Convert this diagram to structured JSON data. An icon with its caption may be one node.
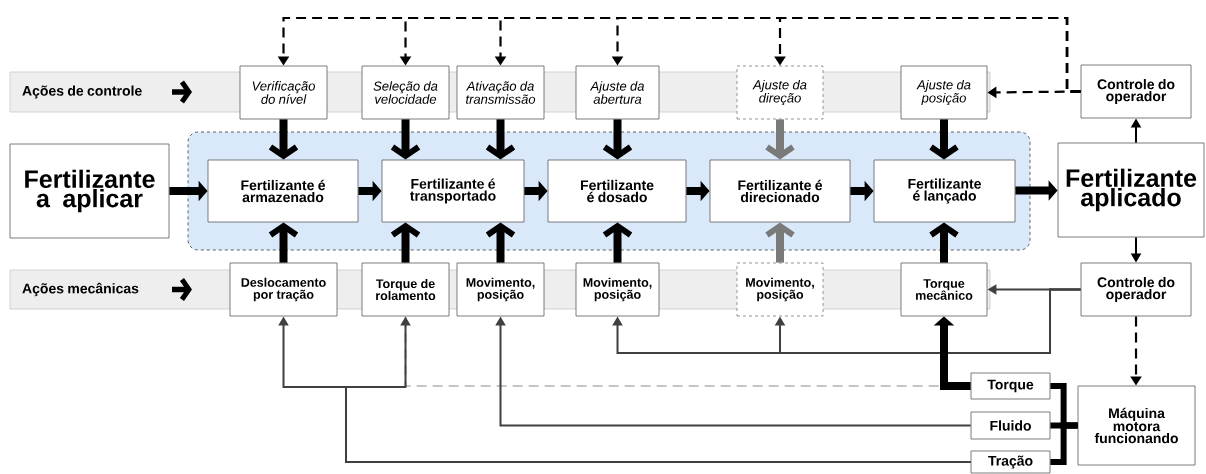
{
  "diagram": {
    "nodes": [
      {
        "text": [
          "Ações de controle"
        ]
      },
      {
        "text": [
          "Verificação do nível"
        ]
      },
      {
        "text": [
          "Seleção da velocidade"
        ]
      },
      {
        "text": [
          "Ativação da transmissão"
        ]
      },
      {
        "text": [
          "Ajuste da abertura"
        ]
      },
      {
        "text": [
          "Ajuste da direção"
        ]
      },
      {
        "text": [
          "Ajuste da posição"
        ]
      },
      {
        "text": [
          "Controle do operador"
        ]
      },
      {
        "text": [
          "Fertilizante a aplicar"
        ]
      },
      {
        "text": [],
        "shape": "box"
      },
      {
        "text": [
          "Fertilizante é armazenado"
        ],
        "in": 9
      },
      {
        "text": [
          "Fertilizante é transportado"
        ],
        "in": 9
      },
      {
        "text": [
          "Fertilizante é dosado"
        ],
        "in": 9
      },
      {
        "text": [
          "Fertilizante é direcionado"
        ],
        "in": 9
      },
      {
        "text": [
          "Fertilizante é lançado"
        ],
        "in": 9
      },
      {
        "text": [
          "Fertilizante aplicado"
        ]
      },
      {
        "text": [
          "Ações mecânicas"
        ]
      },
      {
        "text": [
          "Deslocamento por tração"
        ]
      },
      {
        "text": [
          "Torque de rolamento"
        ]
      },
      {
        "text": [
          "Movimento, posição"
        ]
      },
      {
        "text": [
          "Movimento, posição"
        ]
      },
      {
        "text": [
          "Movimento, posição"
        ]
      },
      {
        "text": [
          "Torque mecânico"
        ]
      },
      {
        "text": [
          "Controle do operador"
        ]
      },
      {
        "text": [
          "Torque"
        ]
      },
      {
        "text": [
          "Fluido"
        ]
      },
      {
        "text": [
          "Tração"
        ]
      },
      {
        "text": [
          "Máquina motora funcionando"
        ]
      }
    ],
    "edges": [
      {
        "from": 7,
        "to": 1,
        "arrow": "to",
        "style": "dashed"
      },
      {
        "from": 7,
        "to": 2,
        "arrow": "to",
        "style": "dashed"
      },
      {
        "from": 7,
        "to": 3,
        "arrow": "to",
        "style": "dashed"
      },
      {
        "from": 7,
        "to": 4,
        "arrow": "to",
        "style": "dashed"
      },
      {
        "from": 7,
        "to": 5,
        "arrow": "to",
        "style": "dashed"
      },
      {
        "from": 7,
        "to": 6,
        "arrow": "to",
        "style": "dashed"
      },
      {
        "from": 1,
        "to": 10,
        "arrow": "to"
      },
      {
        "from": 2,
        "to": 11,
        "arrow": "to"
      },
      {
        "from": 3,
        "to": 11,
        "arrow": "to"
      },
      {
        "from": 4,
        "to": 12,
        "arrow": "to"
      },
      {
        "from": 5,
        "to": 13,
        "arrow": "to",
        "color": "#7a7a7a"
      },
      {
        "from": 6,
        "to": 14,
        "arrow": "to"
      },
      {
        "from": 8,
        "to": 10,
        "arrow": "to"
      },
      {
        "from": 10,
        "to": 11,
        "arrow": "to"
      },
      {
        "from": 11,
        "to": 12,
        "arrow": "to"
      },
      {
        "from": 12,
        "to": 13,
        "arrow": "to"
      },
      {
        "from": 13,
        "to": 14,
        "arrow": "to"
      },
      {
        "from": 14,
        "to": 15,
        "arrow": "to"
      },
      {
        "from": 17,
        "to": 10,
        "arrow": "to"
      },
      {
        "from": 18,
        "to": 11,
        "arrow": "to"
      },
      {
        "from": 19,
        "to": 11,
        "arrow": "to"
      },
      {
        "from": 20,
        "to": 12,
        "arrow": "to"
      },
      {
        "from": 21,
        "to": 13,
        "arrow": "to",
        "color": "#7a7a7a"
      },
      {
        "from": 22,
        "to": 14,
        "arrow": "to"
      },
      {
        "from": 15,
        "to": 7,
        "arrow": "to"
      },
      {
        "from": 15,
        "to": 23,
        "arrow": "to"
      },
      {
        "from": 23,
        "to": 27,
        "arrow": "to",
        "style": "dashed"
      },
      {
        "from": 23,
        "to": 22,
        "arrow": "to",
        "color": "#404040"
      },
      {
        "from": 23,
        "to": 20,
        "arrow": "to",
        "color": "#404040"
      },
      {
        "from": 23,
        "to": 21,
        "arrow": "to",
        "color": "#404040"
      },
      {
        "from": 24,
        "to": 18,
        "arrow": "none",
        "style": "dashed",
        "color": "#c4c4c4"
      },
      {
        "from": 24,
        "to": 22,
        "arrow": "to"
      },
      {
        "from": 25,
        "to": 19,
        "arrow": "to",
        "color": "#404040"
      },
      {
        "from": 26,
        "to": 17,
        "arrow": "to",
        "color": "#404040"
      },
      {
        "from": 26,
        "to": 18,
        "arrow": "to",
        "color": "#404040"
      },
      {
        "from": 27,
        "to": 24,
        "arrow": "none"
      },
      {
        "from": 27,
        "to": 25,
        "arrow": "none"
      },
      {
        "from": 27,
        "to": 26,
        "arrow": "none"
      }
    ]
  }
}
